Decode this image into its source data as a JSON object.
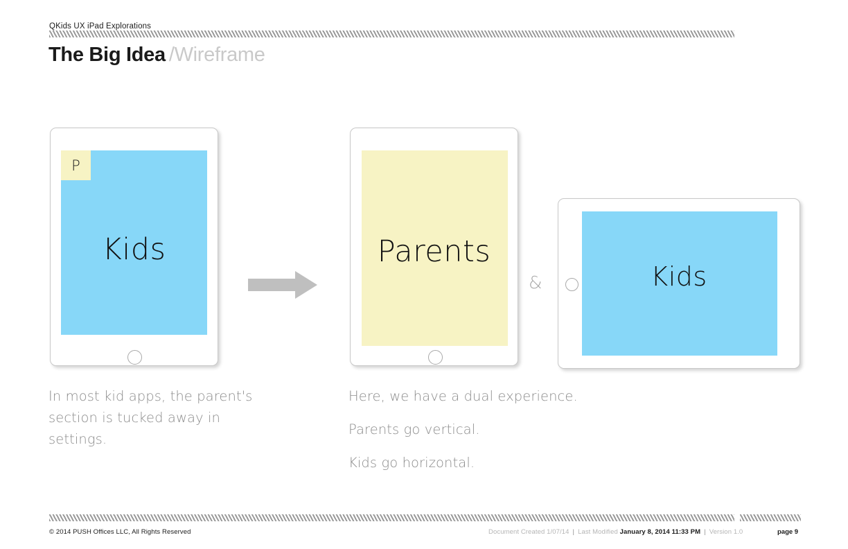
{
  "header": {
    "doc_label": "QKids UX iPad Explorations",
    "title_main": "The Big Idea",
    "title_sub": "/Wireframe"
  },
  "devices": [
    {
      "id": "device-kids-portrait",
      "name": "kids-portrait",
      "orientation": "portrait",
      "screen_label": "Kids",
      "screen_color": "#87D7F8",
      "badge_label": "P",
      "badge_color": "#F7F3C4"
    },
    {
      "id": "device-parents-portrait",
      "name": "parents-portrait",
      "orientation": "portrait",
      "screen_label": "Parents",
      "screen_color": "#F7F3C4"
    },
    {
      "id": "device-kids-landscape",
      "name": "kids-landscape",
      "orientation": "landscape",
      "screen_label": "Kids",
      "screen_color": "#87D7F8"
    }
  ],
  "connectors": {
    "arrow_color": "#BFBFBF",
    "ampersand": "&"
  },
  "captions": {
    "left": "In most kid apps, the parent's section is tucked away in settings.",
    "right": [
      "Here, we have a dual experience.",
      "Parents go vertical.",
      "Kids go horizontal."
    ]
  },
  "footer": {
    "copyright": "© 2014 PUSH Offices LLC, All Rights Reserved",
    "created_label": "Document Created 1/07/14",
    "modified_label": "Last Modified",
    "modified_value": "January 8, 2014 11:33 PM",
    "version_label": "Version 1.0",
    "separator": "|",
    "page_label": "page 9"
  },
  "colors": {
    "blue": "#87D7F8",
    "yellow": "#F7F3C4",
    "gray_text": "#8C8C8C",
    "title_sub": "#C9C9C9",
    "hatch": "#9A9A9A"
  }
}
